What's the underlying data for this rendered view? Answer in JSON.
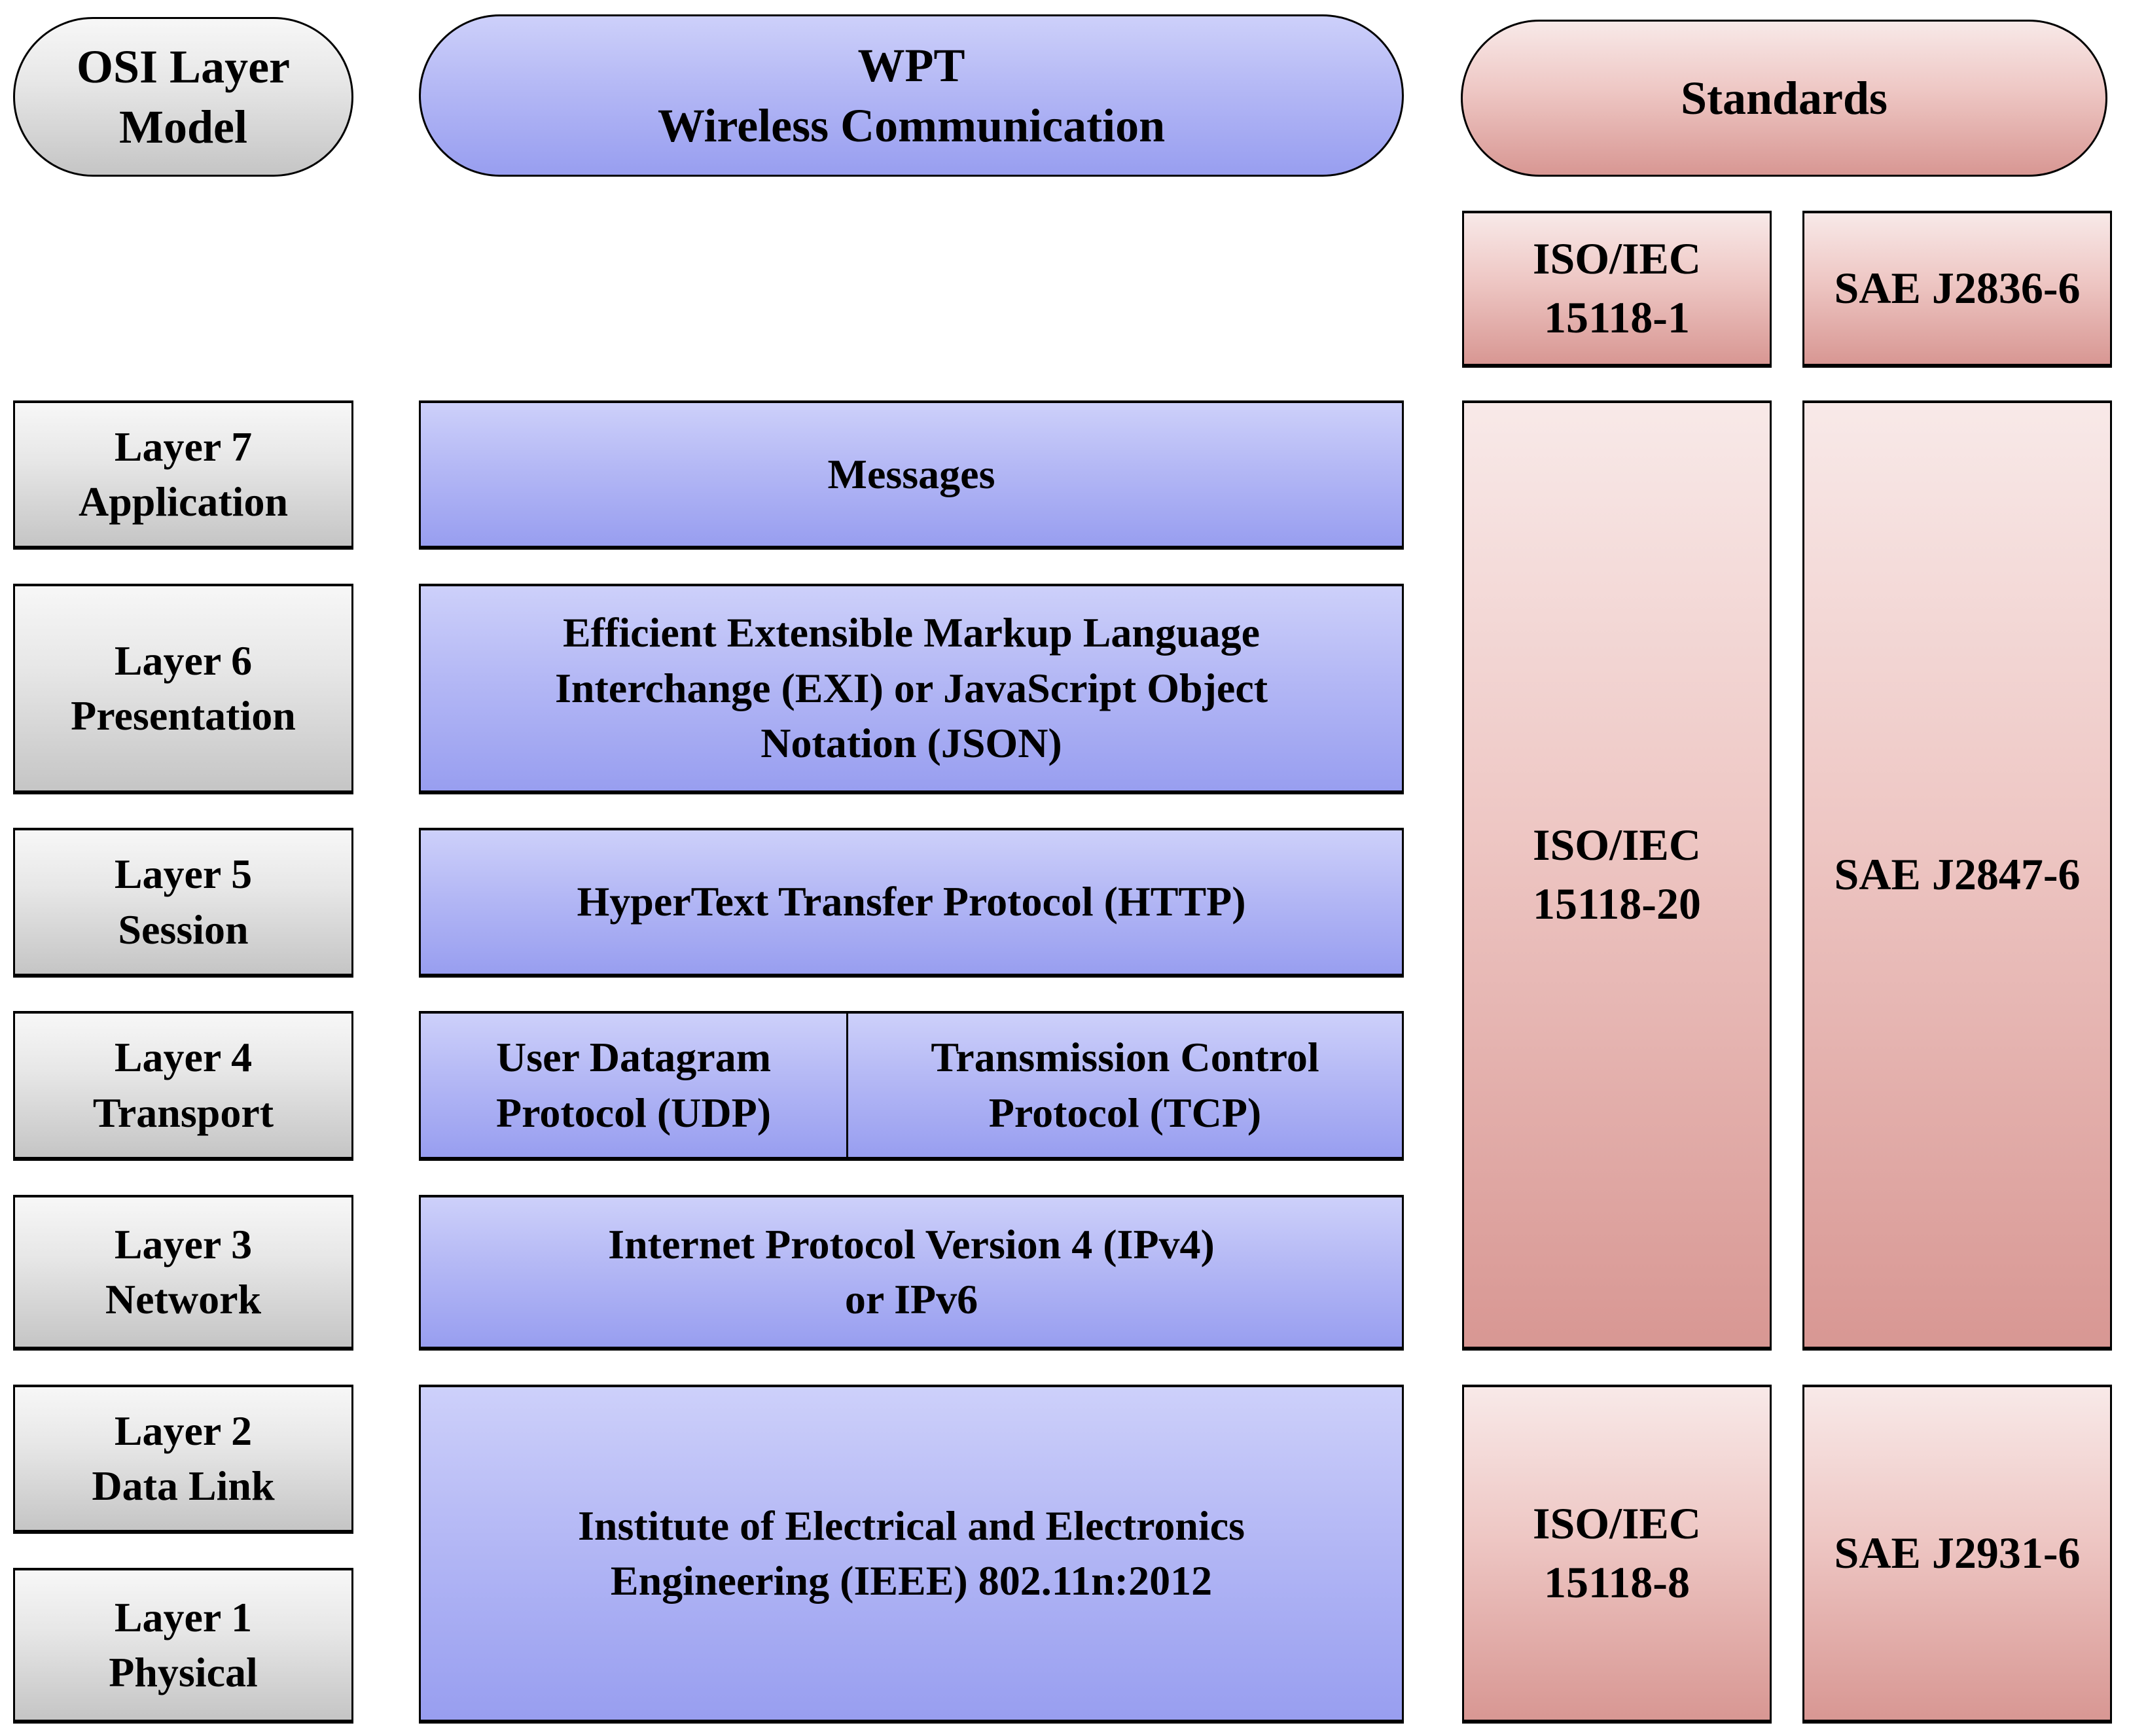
{
  "palette": {
    "osi_column_top": "#f7f7f7",
    "osi_column_bottom": "#c5c5c5",
    "wpt_column_top": "#cdd0fa",
    "wpt_column_bottom": "#989ef0",
    "standards_column_top": "#f8e9e8",
    "standards_column_bottom": "#d89793",
    "border": "#000000"
  },
  "headers": {
    "osi": "OSI Layer\nModel",
    "wpt": "WPT\nWireless Communication",
    "standards": "Standards"
  },
  "layers": {
    "l7": "Layer 7\nApplication",
    "l6": "Layer 6\nPresentation",
    "l5": "Layer 5\nSession",
    "l4": "Layer 4\nTransport",
    "l3": "Layer 3\nNetwork",
    "l2": "Layer 2\nData Link",
    "l1": "Layer 1\nPhysical"
  },
  "protocols": {
    "application": "Messages",
    "presentation": "Efficient Extensible Markup Language\nInterchange (EXI) or JavaScript Object\nNotation (JSON)",
    "session": "HyperText Transfer Protocol (HTTP)",
    "transport_udp": "User Datagram\nProtocol (UDP)",
    "transport_tcp": "Transmission Control\nProtocol (TCP)",
    "network": "Internet Protocol Version 4 (IPv4)\nor IPv6",
    "data_link_physical": "Institute of Electrical and Electronics\nEngineering (IEEE) 802.11n:2012"
  },
  "standards": {
    "row_top": {
      "iso": "ISO/IEC\n15118-1",
      "sae": "SAE J2836-6"
    },
    "row_middle": {
      "iso": "ISO/IEC\n15118-20",
      "sae": "SAE J2847-6"
    },
    "row_bottom": {
      "iso": "ISO/IEC\n15118-8",
      "sae": "SAE J2931-6"
    }
  }
}
